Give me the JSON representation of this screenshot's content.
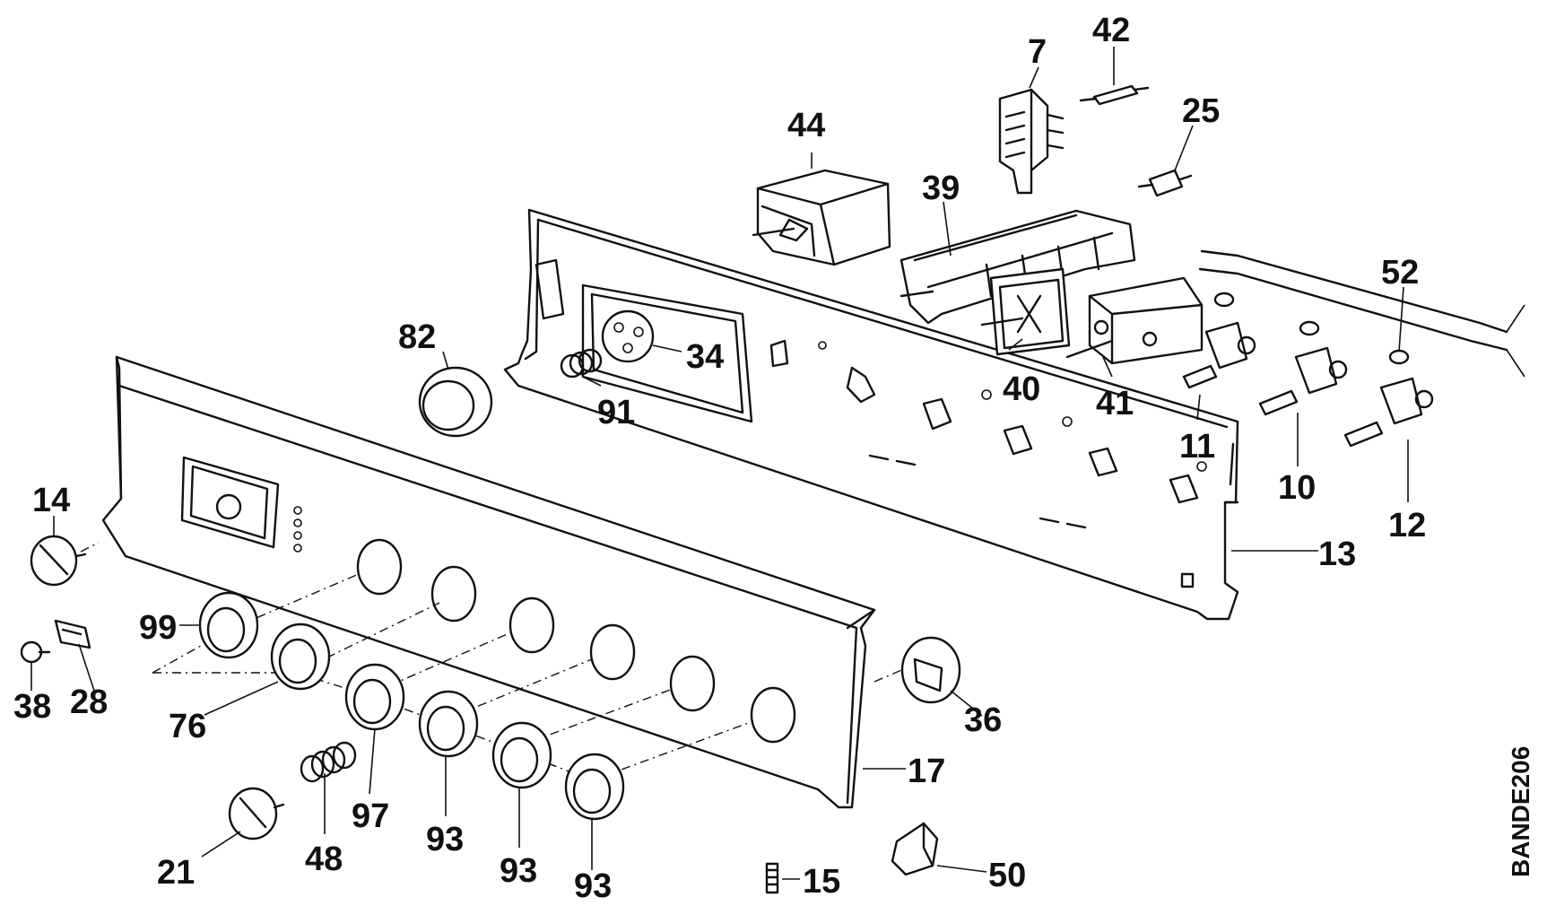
{
  "callouts": {
    "p7": "7",
    "p42": "42",
    "p44": "44",
    "p25": "25",
    "p39": "39",
    "p52": "52",
    "p82": "82",
    "p34": "34",
    "p91": "91",
    "p40": "40",
    "p41": "41",
    "p11": "11",
    "p10": "10",
    "p12": "12",
    "p13": "13",
    "p14": "14",
    "p99": "99",
    "p76": "76",
    "p38": "38",
    "p28": "28",
    "p36": "36",
    "p17": "17",
    "p97": "97",
    "p21": "21",
    "p48": "48",
    "p93a": "93",
    "p93b": "93",
    "p93c": "93",
    "p15": "15",
    "p50": "50"
  },
  "drawing_code": "BANDE206"
}
